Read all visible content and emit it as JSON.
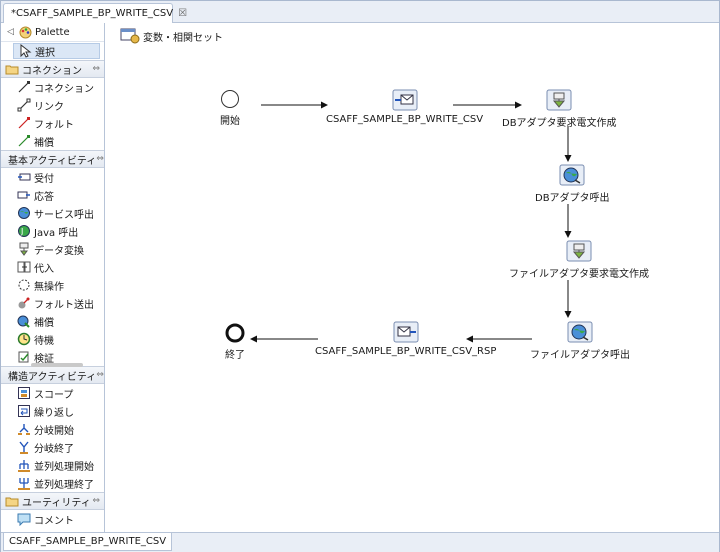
{
  "editor_tab": {
    "title": "*CSAFF_SAMPLE_BP_WRITE_CSV",
    "close": "☒"
  },
  "palette": {
    "header": "Palette",
    "select_tool": "選択",
    "drawers": [
      {
        "label": "コネクション",
        "items": [
          "コネクション",
          "リンク",
          "フォルト",
          "補償"
        ]
      },
      {
        "label": "基本アクティビティ",
        "items": [
          "受付",
          "応答",
          "サービス呼出",
          "Java 呼出",
          "データ変換",
          "代入",
          "無操作",
          "フォルト送出",
          "補償",
          "待機",
          "検証"
        ]
      },
      {
        "label": "構造アクティビティ",
        "items": [
          "スコープ",
          "繰り返し",
          "分岐開始",
          "分岐終了",
          "並列処理開始",
          "並列処理終了"
        ]
      },
      {
        "label": "ユーティリティ",
        "items": [
          "コメント"
        ]
      }
    ]
  },
  "canvas": {
    "variables_button": "変数・相関セット",
    "nodes": {
      "start": "開始",
      "receive": "CSAFF_SAMPLE_BP_WRITE_CSV",
      "db_request": "DBアダプタ要求電文作成",
      "db_invoke": "DBアダプタ呼出",
      "file_request": "ファイルアダプタ要求電文作成",
      "file_invoke": "ファイルアダプタ呼出",
      "reply": "CSAFF_SAMPLE_BP_WRITE_CSV_RSP",
      "end": "終了"
    }
  },
  "bottom_tab": {
    "title": "CSAFF_SAMPLE_BP_WRITE_CSV"
  }
}
